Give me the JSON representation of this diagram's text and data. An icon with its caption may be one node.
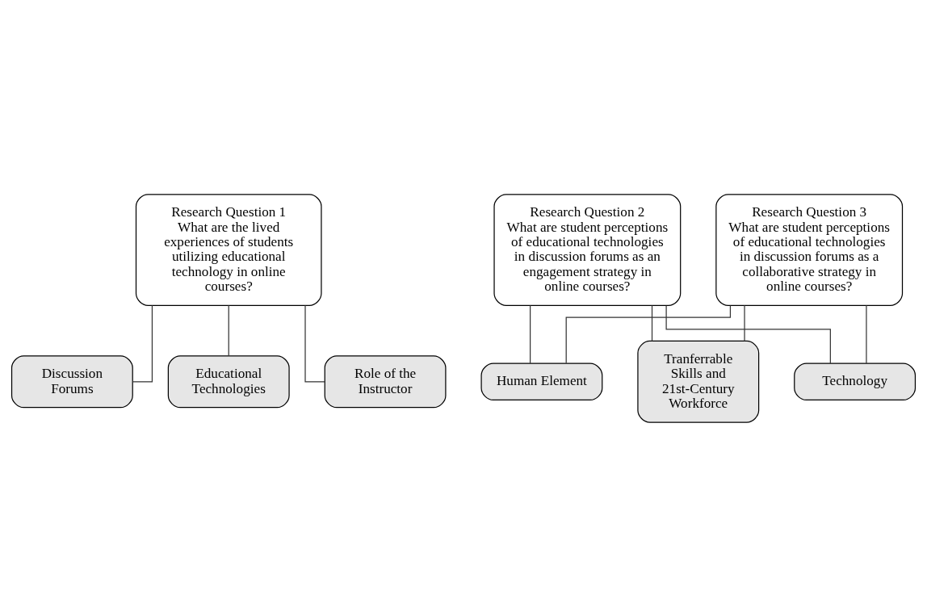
{
  "diagram": {
    "nodes": [
      {
        "text": [
          "Research Question 1",
          "What are the lived experiences of students utilizing educational technology in online courses?"
        ]
      },
      {
        "text": [
          "Research Question 2",
          "What are student perceptions of educational technologies in discussion forums as an engagement strategy in online courses?"
        ]
      },
      {
        "text": [
          "Research Question 3",
          "What are student perceptions of educational technologies in discussion forums as a collaborative strategy in online courses?"
        ]
      },
      {
        "text": [
          "Discussion Forums"
        ]
      },
      {
        "text": [
          "Educational Technologies"
        ]
      },
      {
        "text": [
          "Role of the Instructor"
        ]
      },
      {
        "text": [
          "Human Element"
        ]
      },
      {
        "text": [
          "Tranferrable Skills and 21st-Century Workforce"
        ]
      },
      {
        "text": [
          "Technology"
        ]
      }
    ],
    "edges": [
      {
        "from": 0,
        "to": 3,
        "arrow": "none"
      },
      {
        "from": 0,
        "to": 4,
        "arrow": "none"
      },
      {
        "from": 0,
        "to": 5,
        "arrow": "none"
      },
      {
        "from": 1,
        "to": 6,
        "arrow": "none"
      },
      {
        "from": 1,
        "to": 7,
        "arrow": "none"
      },
      {
        "from": 1,
        "to": 8,
        "arrow": "none"
      },
      {
        "from": 2,
        "to": 6,
        "arrow": "none"
      },
      {
        "from": 2,
        "to": 7,
        "arrow": "none"
      },
      {
        "from": 2,
        "to": 8,
        "arrow": "none"
      }
    ]
  }
}
